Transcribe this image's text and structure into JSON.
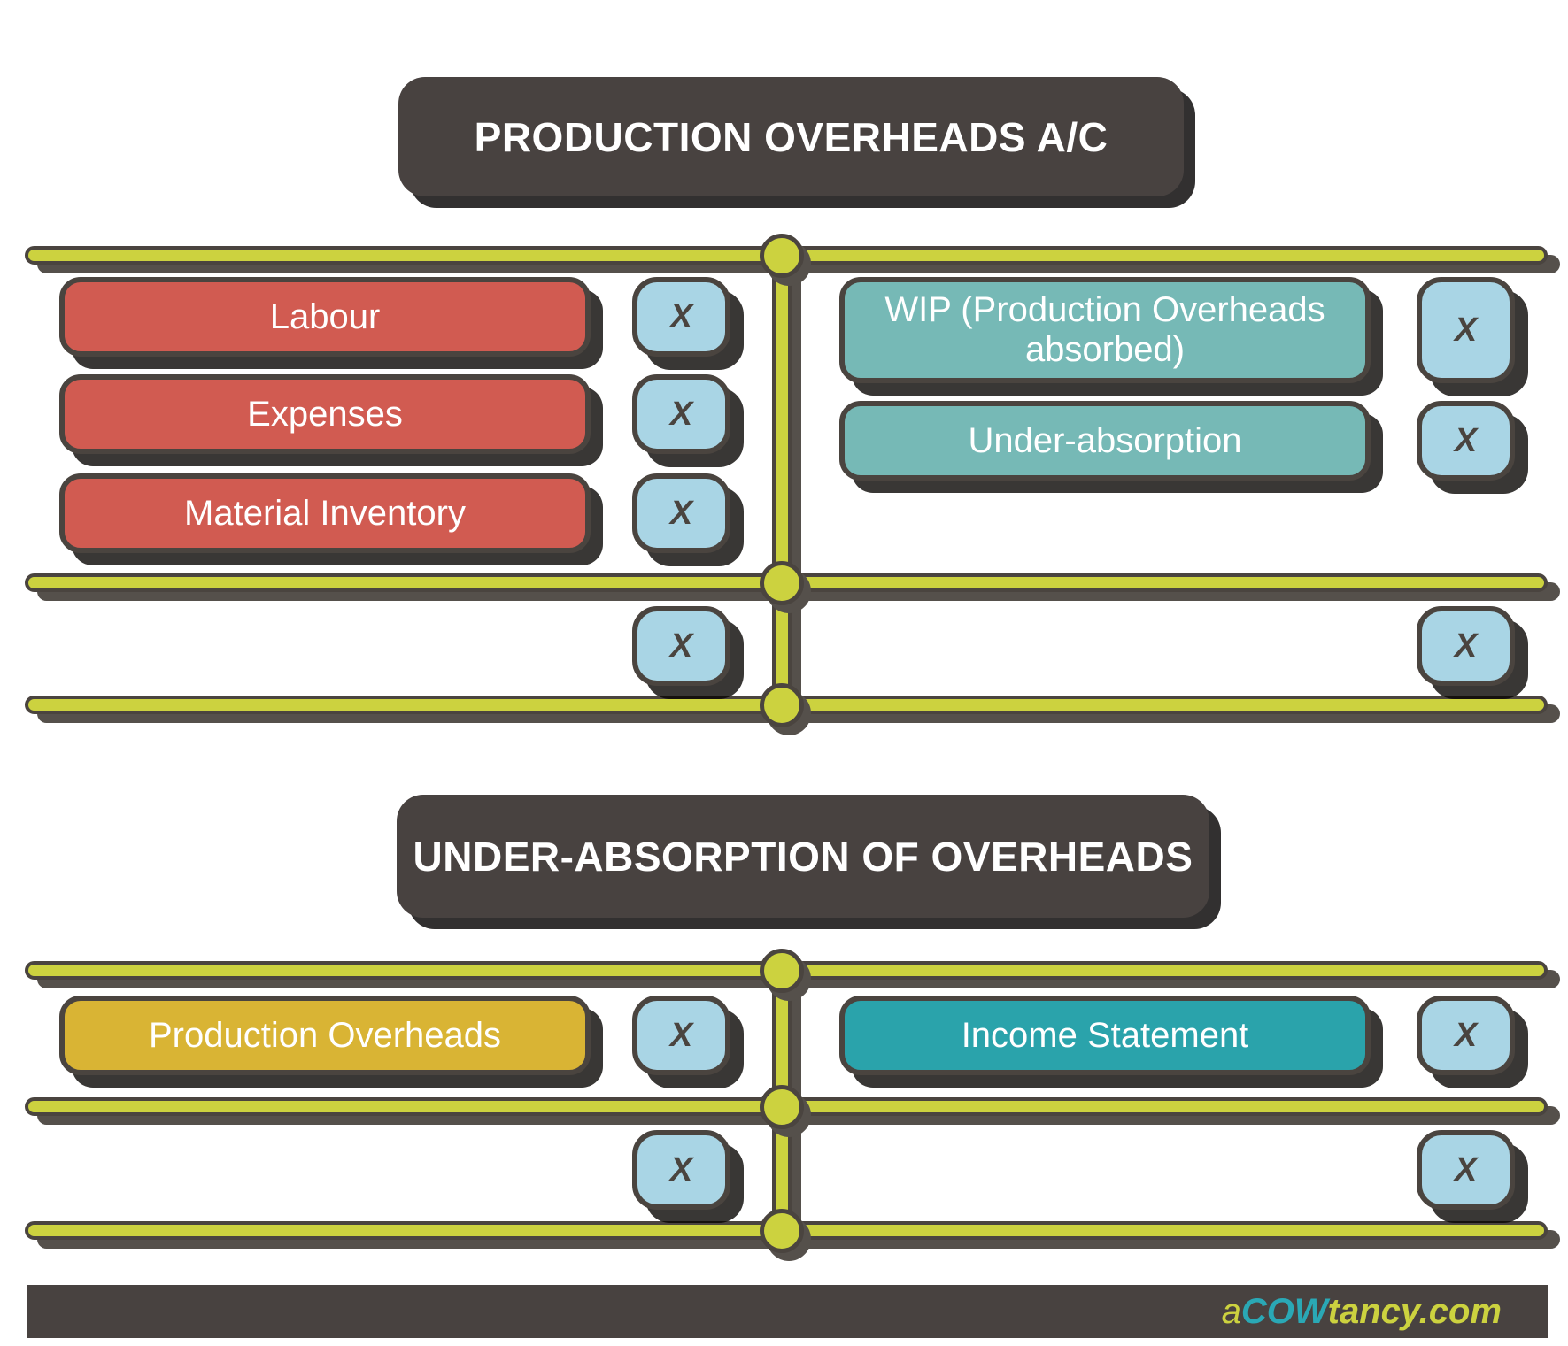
{
  "x_mark": "X",
  "accounts": [
    {
      "title": "PRODUCTION OVERHEADS A/C",
      "debit_entries": [
        {
          "label": "Labour"
        },
        {
          "label": "Expenses"
        },
        {
          "label": "Material Inventory"
        }
      ],
      "credit_entries": [
        {
          "label": "WIP (Production Overheads absorbed)"
        },
        {
          "label": "Under-absorption"
        }
      ]
    },
    {
      "title": "UNDER-ABSORPTION OF OVERHEADS",
      "debit_entries": [
        {
          "label": "Production Overheads"
        }
      ],
      "credit_entries": [
        {
          "label": "Income Statement"
        }
      ]
    }
  ],
  "footer": {
    "brand_prefix": "a",
    "brand_mid": "COW",
    "brand_suffix": "tancy.com"
  },
  "colors": {
    "background": "#ffffff",
    "dark": "#484240",
    "line_yellow": "#ccd23f",
    "line_shadow": "#55504b",
    "debit_red": "#d15b51",
    "debit_gold": "#d9b434",
    "credit_teal_light": "#76b9b6",
    "credit_teal_dark": "#2aa3ab",
    "amount_blue": "#a9d5e5",
    "logo_cyan": "#2aa8b5"
  }
}
